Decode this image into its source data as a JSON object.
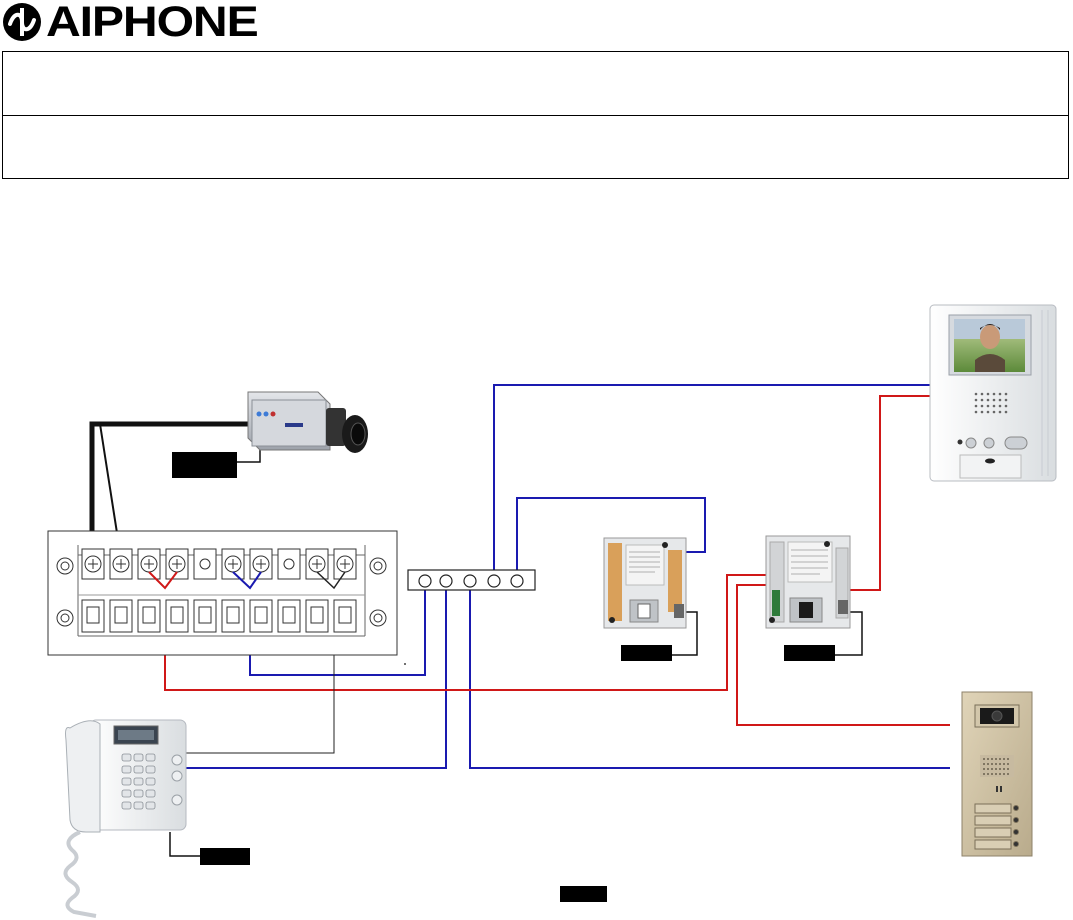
{
  "header": {
    "brand": "AIPHONE",
    "title_line1": "",
    "title_line2": ""
  },
  "colors": {
    "wire_blue": "#1a1ab0",
    "wire_red": "#d01818",
    "wire_black": "#111111",
    "tag_fill": "#000000"
  },
  "devices": [
    {
      "id": "cctv-camera",
      "icon": "camera-icon",
      "tag": ""
    },
    {
      "id": "terminal-strip",
      "icon": "terminal-block-icon"
    },
    {
      "id": "junction-box",
      "icon": "junction-box-icon"
    },
    {
      "id": "power-supply-left",
      "icon": "power-supply-icon",
      "tag": ""
    },
    {
      "id": "power-supply-right",
      "icon": "power-supply-icon",
      "tag": ""
    },
    {
      "id": "video-monitor",
      "icon": "video-monitor-icon"
    },
    {
      "id": "guard-station",
      "icon": "telephone-station-icon",
      "tag": ""
    },
    {
      "id": "door-station",
      "icon": "door-station-icon"
    },
    {
      "id": "bottom-tag",
      "icon": "label-tag-icon",
      "tag": ""
    }
  ]
}
